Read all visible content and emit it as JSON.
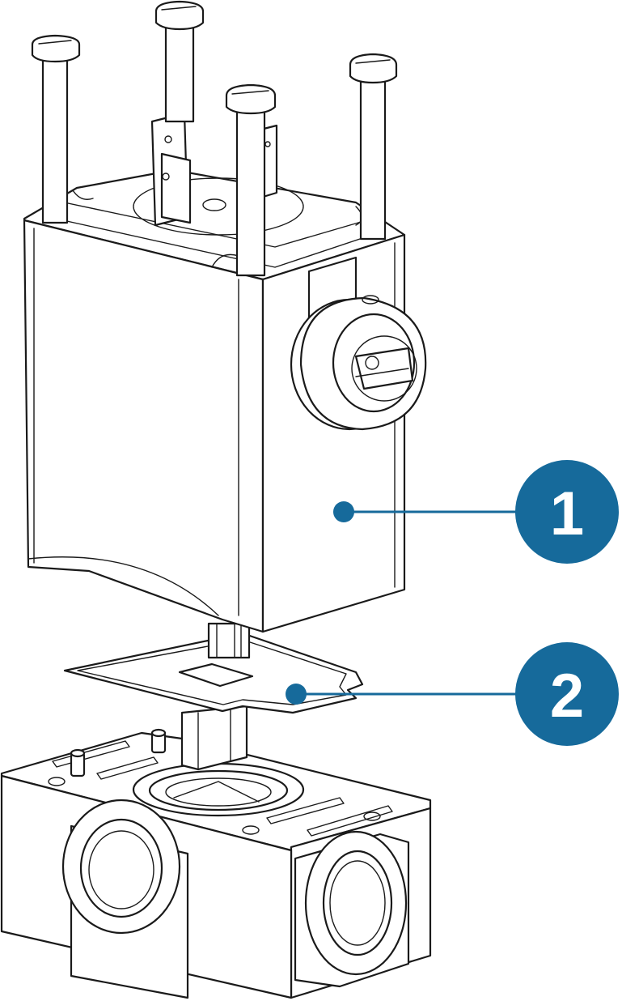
{
  "callouts": [
    {
      "id": "coil",
      "label": "1"
    },
    {
      "id": "gasket",
      "label": "2"
    }
  ],
  "colors": {
    "callout_fill": "#166a9b",
    "line": "#1a1a1a",
    "background": "#ffffff"
  }
}
